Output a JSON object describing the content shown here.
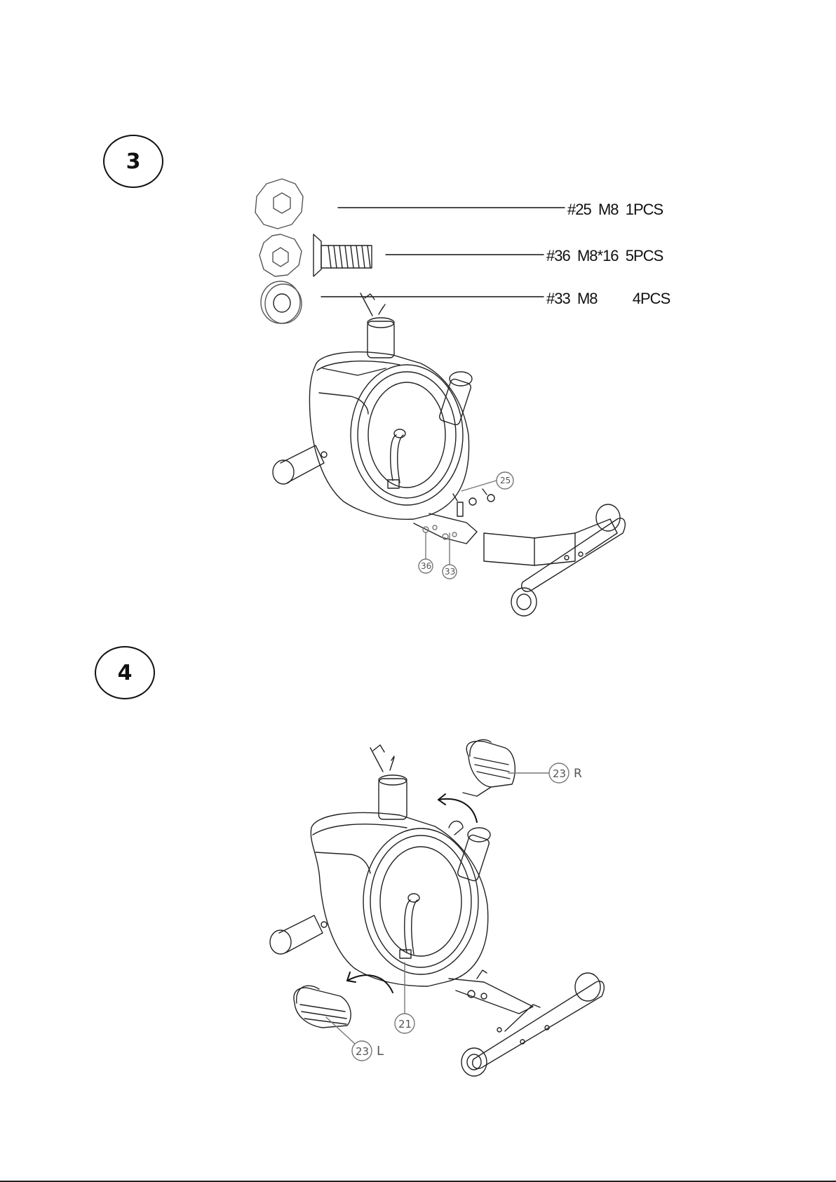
{
  "steps": [
    {
      "number": "3",
      "parts": [
        {
          "id": "#25",
          "size": "M8",
          "qty": "1PCS"
        },
        {
          "id": "#36",
          "size": "M8*16",
          "qty": "5PCS"
        },
        {
          "id": "#33",
          "size": "M8",
          "qty": "4PCS"
        }
      ],
      "callouts": [
        "25",
        "36",
        "33"
      ]
    },
    {
      "number": "4",
      "callouts": [
        "23",
        "R",
        "21",
        "23",
        "L"
      ]
    }
  ]
}
